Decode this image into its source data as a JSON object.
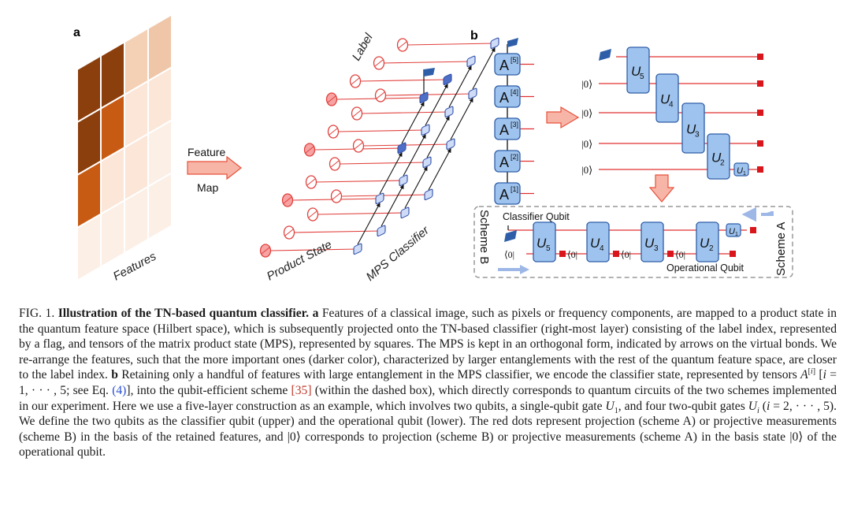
{
  "panel_a": {
    "label": "a",
    "features_caption": "Features",
    "arrow_label_1": "Feature",
    "arrow_label_2": "Map",
    "product_state_label": "Product State",
    "mps_label": "MPS Classifier",
    "label_tag": "Label",
    "grid_colors": [
      [
        "#8b3f0c",
        "#8b3f0c",
        "#f4d0b5",
        "#efc6a8"
      ],
      [
        "#8b3f0c",
        "#c85b14",
        "#fbe6d8",
        "#fbe6d8"
      ],
      [
        "#c85b14",
        "#fbe6d8",
        "#fbe6d8",
        "#fcefe6"
      ],
      [
        "#fcefe6",
        "#fcefe6",
        "#fcefe6",
        "#fcefe6"
      ]
    ]
  },
  "panel_b": {
    "label": "b",
    "tensors": [
      "A[5]",
      "A[4]",
      "A[3]",
      "A[2]",
      "A[1]"
    ],
    "tensor_base": "A",
    "tensor_sups": [
      "[5]",
      "[4]",
      "[3]",
      "[2]",
      "[1]"
    ],
    "ket0": "|0⟩",
    "ket0_circuit": "⟨0|",
    "gates": [
      "U5",
      "U4",
      "U3",
      "U2",
      "U1"
    ],
    "gate_base": "U",
    "gate_subs": [
      "5",
      "4",
      "3",
      "2",
      "1"
    ],
    "scheme_a": "Scheme A",
    "scheme_b": "Scheme B",
    "classifier_qubit": "Classifier Qubit",
    "operational_qubit": "Operational Qubit",
    "colors": {
      "gate_fill": "#9ec3ee",
      "gate_stroke": "#2f5ea8",
      "wire": "#e03030",
      "measure": "#d9161c",
      "flag": "#2f5ea8",
      "arrow_fill": "#f6b3a8",
      "arrow_stroke": "#e8503a",
      "blue_arrow": "#9db7e6"
    }
  },
  "caption": {
    "fig": "FIG. 1.",
    "title": "Illustration of the TN-based quantum classifier.",
    "a_label": "a",
    "b_label": "b",
    "text_a": "Features of a classical image, such as pixels or frequency components, are mapped to a product state in the quantum feature space (Hilbert space), which is subsequently projected onto the TN-based classifier (right-most layer) consisting of the label index, represented by a flag, and tensors of the matrix product state (MPS), represented by squares. The MPS is kept in an orthogonal form, indicated by arrows on the virtual bonds. We re-arrange the features, such that the more important ones (darker color), characterized by larger entanglements with the rest of the quantum feature space, are closer to the label index.",
    "text_b1": "Retaining only a handful of features with large entanglement in the MPS classifier, we encode the classifier state, represented by tensors",
    "text_b2": "; see Eq.",
    "eq": "(4)",
    "text_b3": "], into the qubit-efficient scheme",
    "ref": "[35]",
    "text_b4": "(within the dashed box), which directly corresponds to quantum circuits of the two schemes implemented in our experiment. Here we use a five-layer construction as an example, which involves two qubits, a single-qubit gate",
    "text_b5": ", and four two-qubit gates",
    "text_b6": ". We define the two qubits as the classifier qubit (upper) and the operational qubit (lower). The red dots represent projection (scheme A) or projective measurements (scheme B) in the basis of the retained features, and",
    "text_b7": "corresponds to projection (scheme B) or projective measurements (scheme A) in the basis state",
    "text_b8": "of the operational qubit."
  }
}
